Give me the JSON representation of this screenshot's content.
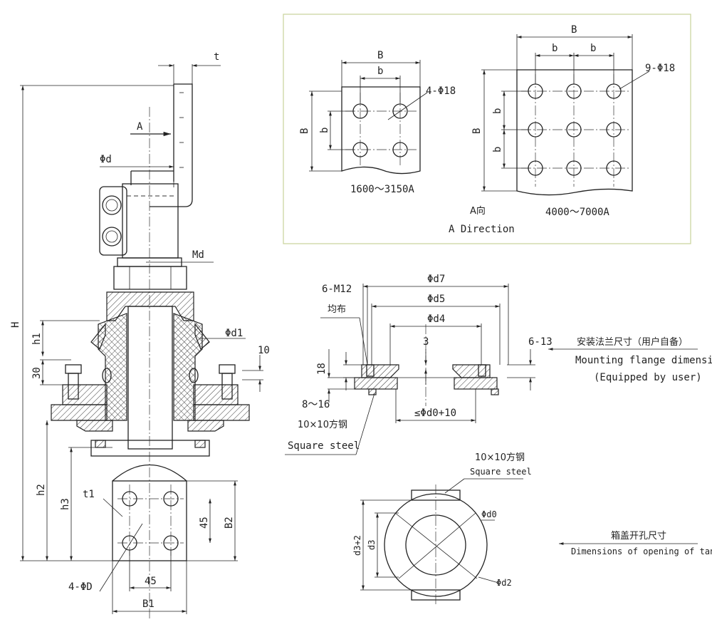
{
  "labels": {
    "t": "t",
    "A": "A",
    "phi_d": "Φd",
    "Md": "Md",
    "H": "H",
    "h1": "h1",
    "phi_d1": "Φd1",
    "ten": "10",
    "thirty": "30",
    "h2": "h2",
    "h3": "h3",
    "t1": "t1",
    "B2": "B2",
    "forty_five_v": "45",
    "forty_five_h": "45",
    "four_phi_D": "4-ΦD",
    "B1": "B1"
  },
  "a_direction": {
    "small": {
      "B_top": "B",
      "b_top": "b",
      "B_side": "B",
      "b_side": "b",
      "holes": "4-Φ18",
      "range": "1600～3150A"
    },
    "large": {
      "B_top": "B",
      "b1": "b",
      "b2": "b",
      "B_side": "B",
      "b_side1": "b",
      "b_side2": "b",
      "holes": "9-Φ18",
      "range": "4000～7000A"
    },
    "title_cn": "A向",
    "title_en": "A Direction"
  },
  "flange": {
    "m12": "6-M12",
    "even": "均布",
    "d7": "Φd7",
    "d5": "Φd5",
    "d4": "Φd4",
    "three": "3",
    "range_6_13": "6-13",
    "eighteen": "18",
    "range_8_16": "8～16",
    "steel_cn": "10×10方钢",
    "steel_en": "Square steel",
    "d0": "≤Φd0+10",
    "note_cn": "安装法兰尺寸（用户自备）",
    "note_en1": "Mounting flange dimensions",
    "note_en2": "(Equipped by user)"
  },
  "opening": {
    "steel_cn": "10×10方钢",
    "steel_en": "Square steel",
    "d0": "Φd0",
    "d2": "Φd2",
    "d3p2": "d3+2",
    "d3": "d3",
    "note_cn": "箱盖开孔尺寸",
    "note_en": "Dimensions of opening of tank"
  }
}
